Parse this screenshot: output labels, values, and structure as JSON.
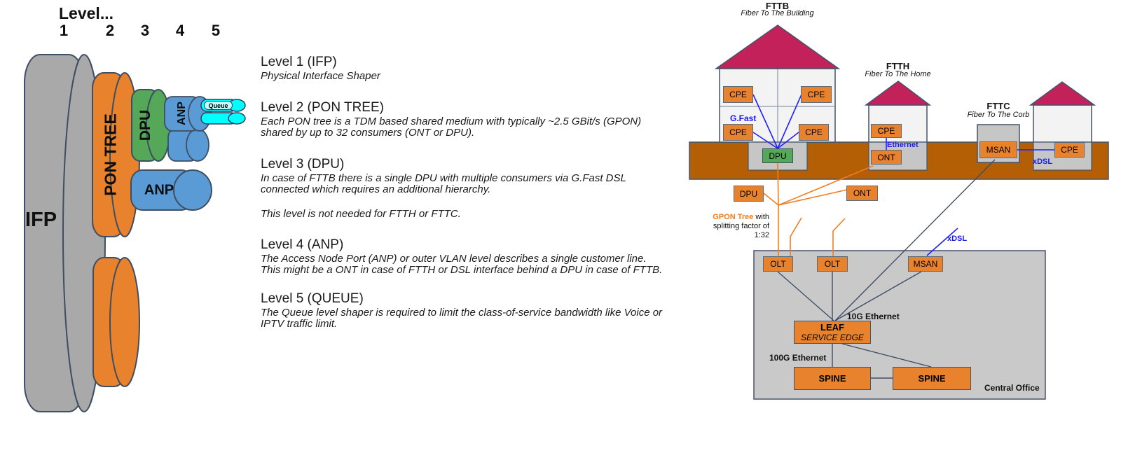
{
  "colors": {
    "orange": "#E8822C",
    "green": "#55A858",
    "cylinder_blue": "#5B9BD5",
    "cyan": "#00FFFF",
    "cylinder_gray": "#A9A9A9",
    "ground_brown": "#B45F06",
    "roof_crimson": "#C22159",
    "house_gray": "#F3F3F3",
    "basement_gray": "#C6C6C6",
    "central_office_gray": "#C9C9C9",
    "line_blue": "#2020FF",
    "line_navy": "#3F4E64",
    "line_orange": "#F07E1E"
  },
  "levels_header": {
    "title": "Level...",
    "n1": "1",
    "n2": "2",
    "n3": "3",
    "n4": "4",
    "n5": "5"
  },
  "cylinders": {
    "ifp": "IFP",
    "pon_tree": "PON TREE",
    "dpu": "DPU",
    "anp_top": "ANP",
    "queue": "Queue",
    "anp_standalone": "ANP"
  },
  "legend": {
    "l1_heading": "Level 1 (IFP)",
    "l1_body": "Physical Interface Shaper",
    "l2_heading": "Level 2 (PON TREE)",
    "l2_body": "Each PON tree is a TDM based shared medium with typically ~2.5 GBit/s (GPON)\nshared by up to 32 consumers (ONT or DPU).",
    "l3_heading": "Level 3 (DPU)",
    "l3_body": "In case of FTTB there is a single DPU with multiple consumers via G.Fast DSL\nconnected which requires an additional hierarchy.",
    "l3_note": "This level is not needed for FTTH or FTTC.",
    "l4_heading": "Level 4 (ANP)",
    "l4_body": "The Access Node Port (ANP) or outer VLAN level describes a single customer line.\nThis might be a ONT in case of FTTH or DSL interface behind a DPU in case of FTTB.",
    "l5_heading": "Level 5 (QUEUE)",
    "l5_body": "The Queue level shaper is required to limit the class-of-service bandwidth like Voice or\nIPTV traffic limit."
  },
  "network": {
    "fttb": {
      "title": "FTTB",
      "subtitle": "Fiber To The Building",
      "cpe_tl": "CPE",
      "cpe_tr": "CPE",
      "cpe_bl": "CPE",
      "cpe_br": "CPE",
      "gfast": "G.Fast",
      "dpu": "DPU"
    },
    "ftth": {
      "title": "FTTH",
      "subtitle": "Fiber To The Home",
      "cpe": "CPE",
      "ethernet": "Ethernet",
      "ont": "ONT"
    },
    "fttc": {
      "title": "FTTC",
      "subtitle": "Fiber To The Corb",
      "msan": "MSAN",
      "cpe": "CPE",
      "xdsl": "xDSL"
    },
    "street": {
      "dpu": "DPU",
      "ont": "ONT",
      "gpon_strong": "GPON Tree",
      "gpon_rest": " with",
      "gpon_line2": "splitting factor of",
      "gpon_line3": "1:32",
      "xdsl": "xDSL"
    },
    "central_office": {
      "olt1": "OLT",
      "olt2": "OLT",
      "msan": "MSAN",
      "leaf": "LEAF",
      "leaf_sub": "SERVICE EDGE",
      "eth10g": "10G Ethernet",
      "eth100g": "100G Ethernet",
      "spine1": "SPINE",
      "spine2": "SPINE",
      "label": "Central Office"
    }
  }
}
